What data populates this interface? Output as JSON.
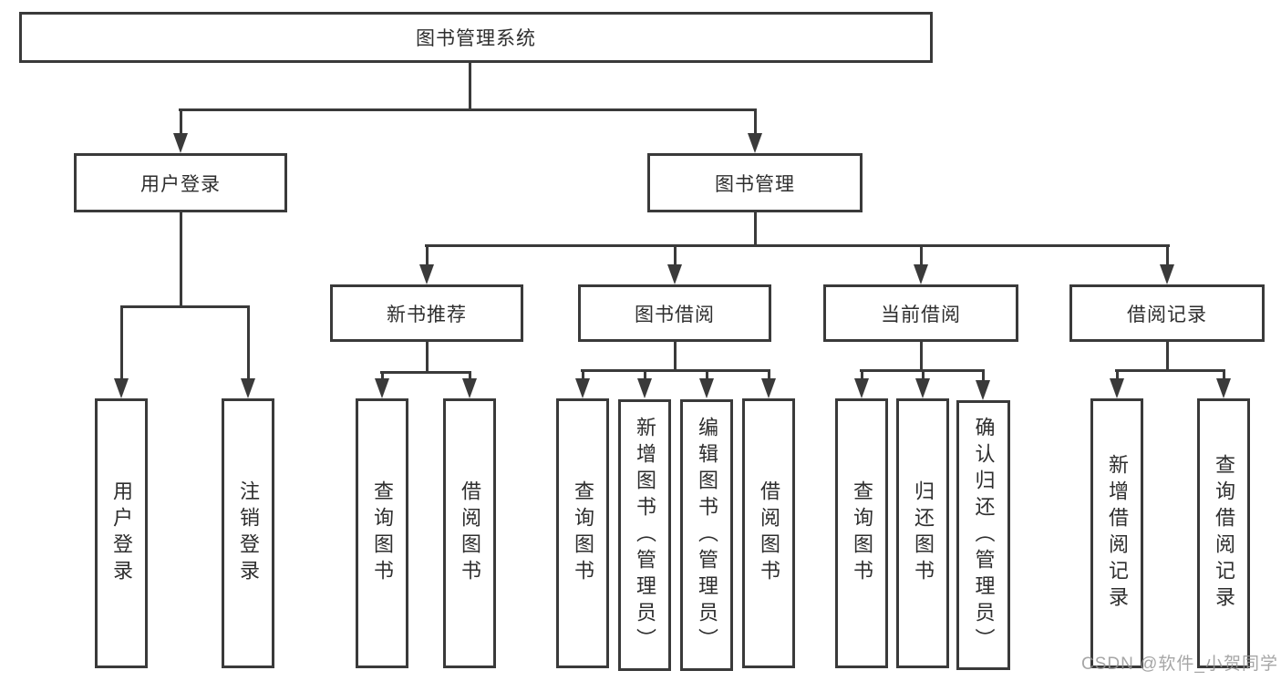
{
  "diagram": {
    "type": "hierarchy-tree",
    "colors": {
      "line": "#3a3a3a",
      "border": "#3a3a3a",
      "text": "#2e2e2e",
      "background": "#ffffff",
      "watermark": "#969696"
    },
    "tree": {
      "label": "图书管理系统",
      "children": [
        {
          "label": "用户登录",
          "children": [
            {
              "label": "用户登录"
            },
            {
              "label": "注销登录"
            }
          ]
        },
        {
          "label": "图书管理",
          "children": [
            {
              "label": "新书推荐",
              "children": [
                {
                  "label": "查询图书"
                },
                {
                  "label": "借阅图书"
                }
              ]
            },
            {
              "label": "图书借阅",
              "children": [
                {
                  "label": "查询图书"
                },
                {
                  "label": "新增图书（管理员）"
                },
                {
                  "label": "编辑图书（管理员）"
                },
                {
                  "label": "借阅图书"
                }
              ]
            },
            {
              "label": "当前借阅",
              "children": [
                {
                  "label": "查询图书"
                },
                {
                  "label": "归还图书"
                },
                {
                  "label": "确认归还（管理员）"
                }
              ]
            },
            {
              "label": "借阅记录",
              "children": [
                {
                  "label": "新增借阅记录"
                },
                {
                  "label": "查询借阅记录"
                }
              ]
            }
          ]
        }
      ]
    },
    "watermark": {
      "text": "CSDN @软件_小贺同学"
    }
  }
}
